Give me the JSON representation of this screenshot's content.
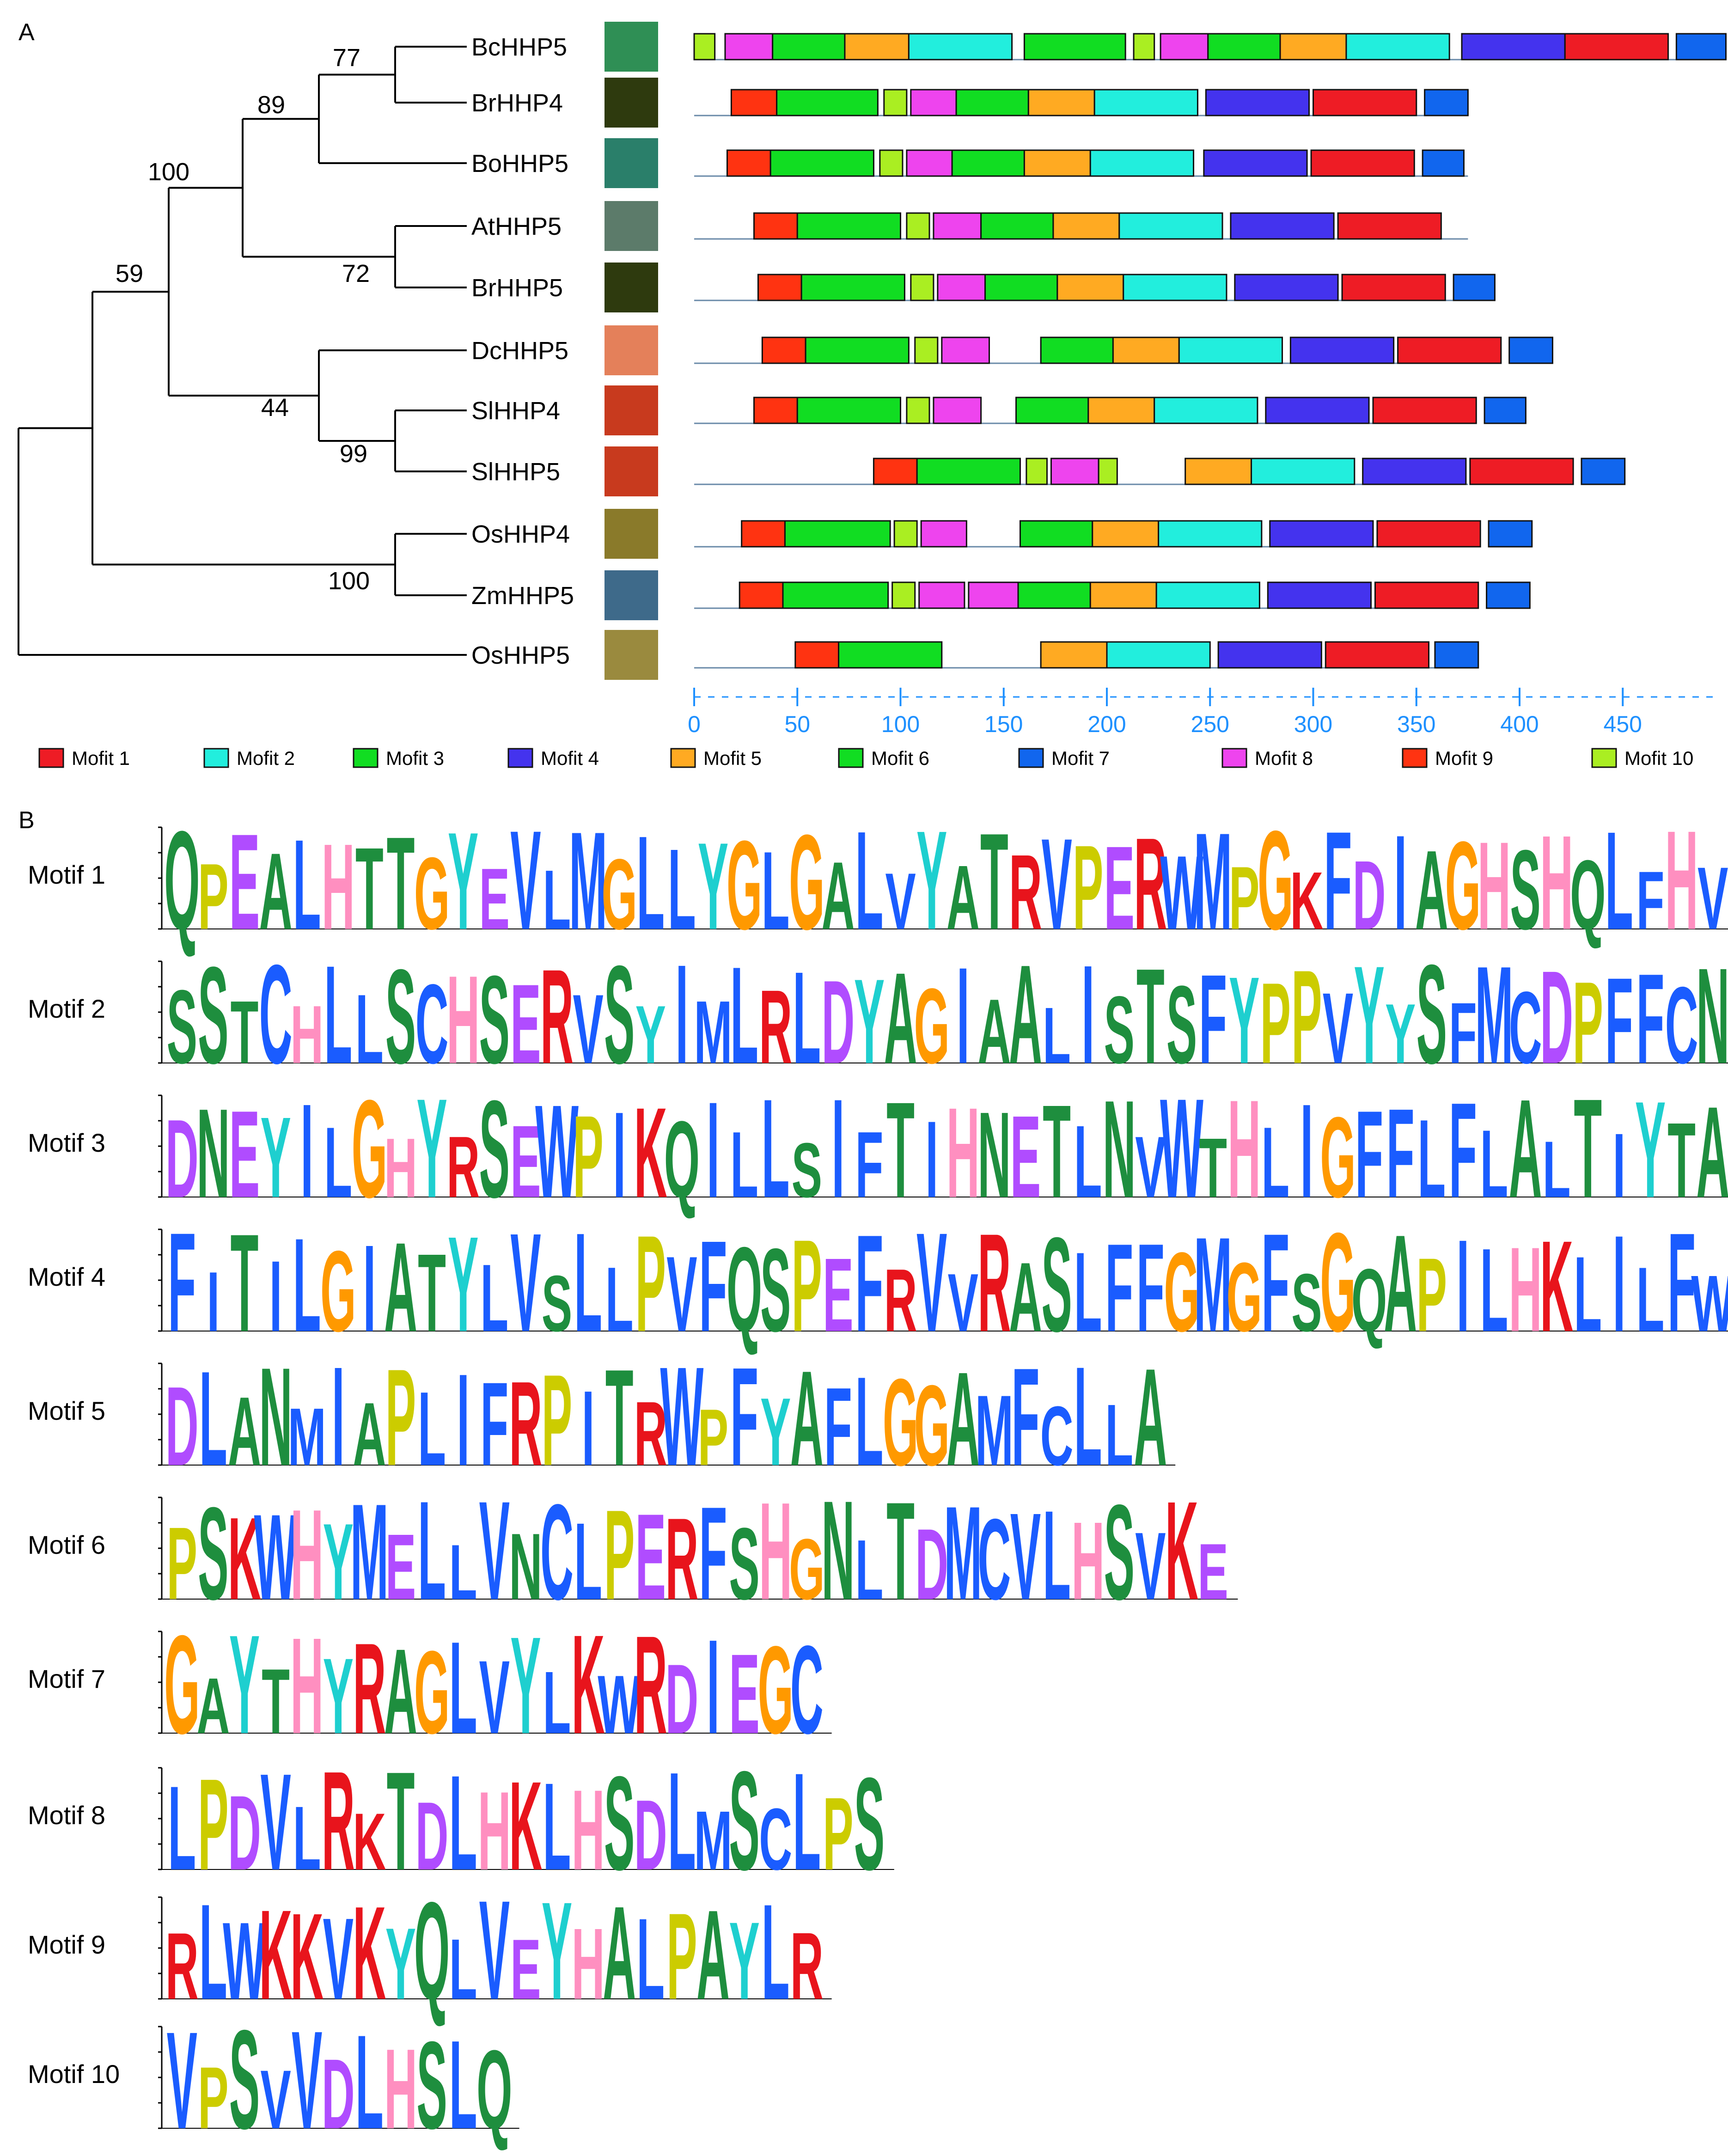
{
  "panels": {
    "a": "A",
    "b": "B"
  },
  "tree": {
    "taxa": [
      "BcHHP5",
      "BrHHP4",
      "BoHHP5",
      "AtHHP5",
      "BrHHP5",
      "DcHHP5",
      "SlHHP4",
      "SlHHP5",
      "OsHHP4",
      "ZmHHP5",
      "OsHHP5"
    ],
    "support": [
      "77",
      "89",
      "100",
      "59",
      "72",
      "44",
      "99",
      "100"
    ]
  },
  "axis": {
    "ticks": [
      "0",
      "50",
      "100",
      "150",
      "200",
      "250",
      "300",
      "350",
      "400",
      "450"
    ]
  },
  "legend": [
    {
      "label": "Mofit 1",
      "color": "#ee1c25"
    },
    {
      "label": "Mofit 2",
      "color": "#22eedd"
    },
    {
      "label": "Mofit 3",
      "color": "#11dd22"
    },
    {
      "label": "Mofit 4",
      "color": "#4433ee"
    },
    {
      "label": "Mofit 5",
      "color": "#ffaa22"
    },
    {
      "label": "Mofit 6",
      "color": "#11dd22"
    },
    {
      "label": "Mofit 7",
      "color": "#1166ee"
    },
    {
      "label": "Mofit 8",
      "color": "#ee44ee"
    },
    {
      "label": "Mofit 9",
      "color": "#ff3311"
    },
    {
      "label": "Mofit 10",
      "color": "#aaee22"
    }
  ],
  "architecture": [
    {
      "len": 495,
      "m": [
        [
          0,
          10,
          10
        ],
        [
          15,
          38,
          8
        ],
        [
          38,
          73,
          3
        ],
        [
          73,
          104,
          5
        ],
        [
          104,
          154,
          2
        ],
        [
          160,
          209,
          6
        ],
        [
          213,
          223,
          10
        ],
        [
          226,
          249,
          8
        ],
        [
          249,
          284,
          3
        ],
        [
          284,
          316,
          5
        ],
        [
          316,
          366,
          2
        ],
        [
          372,
          422,
          4
        ],
        [
          422,
          472,
          1
        ],
        [
          476,
          500,
          7
        ]
      ]
    },
    {
      "len": 375,
      "m": [
        [
          18,
          40,
          9
        ],
        [
          40,
          89,
          3
        ],
        [
          92,
          103,
          10
        ],
        [
          105,
          127,
          8
        ],
        [
          127,
          162,
          3
        ],
        [
          162,
          194,
          5
        ],
        [
          194,
          244,
          2
        ],
        [
          248,
          298,
          4
        ],
        [
          300,
          350,
          1
        ],
        [
          354,
          375,
          7
        ]
      ]
    },
    {
      "len": 375,
      "m": [
        [
          16,
          37,
          9
        ],
        [
          37,
          87,
          3
        ],
        [
          90,
          101,
          10
        ],
        [
          103,
          125,
          8
        ],
        [
          125,
          160,
          3
        ],
        [
          160,
          192,
          5
        ],
        [
          192,
          242,
          2
        ],
        [
          247,
          297,
          4
        ],
        [
          299,
          349,
          1
        ],
        [
          353,
          373,
          7
        ]
      ]
    },
    {
      "len": 375,
      "m": [
        [
          29,
          50,
          9
        ],
        [
          50,
          100,
          3
        ],
        [
          103,
          114,
          10
        ],
        [
          116,
          139,
          8
        ],
        [
          139,
          174,
          3
        ],
        [
          174,
          206,
          5
        ],
        [
          206,
          256,
          2
        ],
        [
          260,
          310,
          4
        ],
        [
          312,
          362,
          1
        ]
      ]
    },
    {
      "len": 375,
      "m": [
        [
          31,
          52,
          9
        ],
        [
          52,
          102,
          3
        ],
        [
          105,
          116,
          10
        ],
        [
          118,
          141,
          8
        ],
        [
          141,
          176,
          3
        ],
        [
          176,
          208,
          5
        ],
        [
          208,
          258,
          2
        ],
        [
          262,
          312,
          4
        ],
        [
          314,
          364,
          1
        ],
        [
          368,
          388,
          7
        ]
      ]
    },
    {
      "len": 375,
      "m": [
        [
          33,
          54,
          9
        ],
        [
          54,
          104,
          3
        ],
        [
          107,
          118,
          10
        ],
        [
          120,
          143,
          8
        ],
        [
          168,
          203,
          6
        ],
        [
          203,
          235,
          5
        ],
        [
          235,
          285,
          2
        ],
        [
          289,
          339,
          4
        ],
        [
          341,
          391,
          1
        ],
        [
          395,
          416,
          7
        ]
      ]
    },
    {
      "len": 375,
      "m": [
        [
          29,
          50,
          9
        ],
        [
          50,
          100,
          3
        ],
        [
          103,
          114,
          10
        ],
        [
          116,
          139,
          8
        ],
        [
          156,
          191,
          6
        ],
        [
          191,
          223,
          5
        ],
        [
          223,
          273,
          2
        ],
        [
          277,
          327,
          4
        ],
        [
          329,
          379,
          1
        ],
        [
          383,
          403,
          7
        ]
      ]
    },
    {
      "len": 375,
      "m": [
        [
          87,
          108,
          9
        ],
        [
          108,
          158,
          3
        ],
        [
          161,
          171,
          10
        ],
        [
          173,
          196,
          8
        ],
        [
          196,
          205,
          10
        ],
        [
          238,
          270,
          5
        ],
        [
          270,
          320,
          2
        ],
        [
          324,
          374,
          4
        ],
        [
          376,
          426,
          1
        ],
        [
          430,
          451,
          7
        ]
      ]
    },
    {
      "len": 375,
      "m": [
        [
          23,
          44,
          9
        ],
        [
          44,
          95,
          3
        ],
        [
          97,
          108,
          10
        ],
        [
          110,
          132,
          8
        ],
        [
          158,
          193,
          6
        ],
        [
          193,
          225,
          5
        ],
        [
          225,
          275,
          2
        ],
        [
          279,
          329,
          4
        ],
        [
          331,
          381,
          1
        ],
        [
          385,
          406,
          7
        ]
      ]
    },
    {
      "len": 375,
      "m": [
        [
          22,
          43,
          9
        ],
        [
          43,
          94,
          3
        ],
        [
          96,
          107,
          10
        ],
        [
          109,
          131,
          8
        ],
        [
          133,
          157,
          8
        ],
        [
          157,
          192,
          6
        ],
        [
          192,
          224,
          5
        ],
        [
          224,
          274,
          2
        ],
        [
          278,
          328,
          4
        ],
        [
          330,
          380,
          1
        ],
        [
          384,
          405,
          7
        ]
      ]
    },
    {
      "len": 375,
      "m": [
        [
          49,
          70,
          9
        ],
        [
          70,
          120,
          3
        ],
        [
          168,
          200,
          5
        ],
        [
          200,
          250,
          2
        ],
        [
          254,
          304,
          4
        ],
        [
          306,
          356,
          1
        ],
        [
          359,
          380,
          7
        ]
      ]
    }
  ],
  "logos": [
    {
      "label": "Motif 1",
      "seq": "QPEALHTTGYEVLMGLLYGLGALVYATRVPERWMPGKFDIAGHSHQLFHV"
    },
    {
      "label": "Motif 2",
      "seq": "SSTCHLLSCHSERVSYIMLRLDYAGIAALISTSFYPPVYYSFMCDPFFCN"
    },
    {
      "label": "Motif 3",
      "seq": "DNEYILGHYRSEWPIKQILLSIFTIHNETLNVWTHLIGFFLFLALTIYTA"
    },
    {
      "label": "Motif 4",
      "seq": "FITILGIATYLVSLLPVFQSPEFRVVRASLFFGMGFSGQAPILHKLILFW"
    },
    {
      "label": "Motif 5",
      "seq": "DLANMIAPLIFRPITRWPFYAFLGGAMFCLLA"
    },
    {
      "label": "Motif 6",
      "seq": "PSKWHYMELLVNCLPERFSHGNLTDMCVLHSVKE"
    },
    {
      "label": "Motif 7",
      "seq": "GAYTHYRAGLVYLKWRDIEGC"
    },
    {
      "label": "Motif 8",
      "seq": "LPDVLRKTDLHKLHSDLMSCLPS"
    },
    {
      "label": "Motif 9",
      "seq": "RLWKKVKYQLVEYHALPAYLR"
    },
    {
      "label": "Motif 10",
      "seq": "VPSVVDLHSLQ"
    }
  ]
}
